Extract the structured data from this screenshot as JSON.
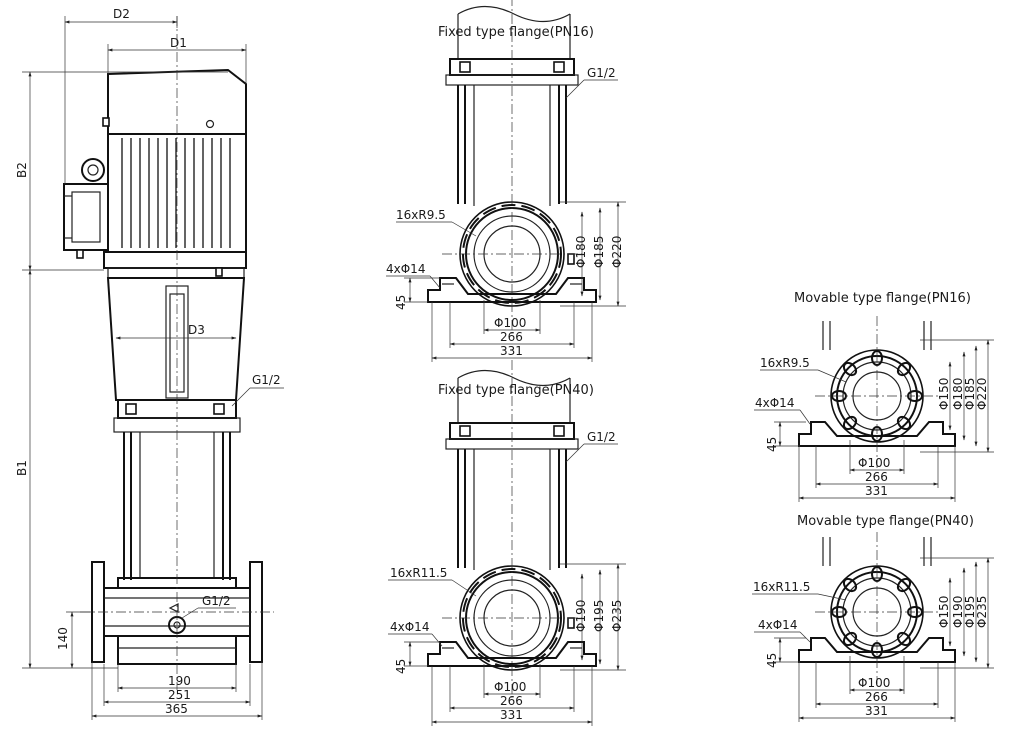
{
  "main_view": {
    "d2": "D2",
    "d1": "D1",
    "b2": "B2",
    "b1": "B1",
    "d3": "D3",
    "g12_top": "G1/2",
    "g12_bottom": "G1/2",
    "dim_140": "140",
    "dim_190": "190",
    "dim_251": "251",
    "dim_365": "365"
  },
  "views": [
    {
      "title": "Fixed type flange(PN16)",
      "g12": "G1/2",
      "bolts": "16xR9.5",
      "holes": "4xΦ14",
      "h45": "45",
      "d_small": "Φ180",
      "d_mid": "Φ185",
      "d_big": "Φ220",
      "bore": "Φ100",
      "w266": "266",
      "w331": "331"
    },
    {
      "title": "Fixed type flange(PN40)",
      "g12": "G1/2",
      "bolts": "16xR11.5",
      "holes": "4xΦ14",
      "h45": "45",
      "d_small": "Φ190",
      "d_mid": "Φ195",
      "d_big": "Φ235",
      "bore": "Φ100",
      "w266": "266",
      "w331": "331"
    },
    {
      "title": "Movable type flange(PN16)",
      "bolts": "16xR9.5",
      "holes": "4xΦ14",
      "h45": "45",
      "d_a": "Φ150",
      "d_b": "Φ180",
      "d_c": "Φ185",
      "d_d": "Φ220",
      "bore": "Φ100",
      "w266": "266",
      "w331": "331"
    },
    {
      "title": "Movable type flange(PN40)",
      "bolts": "16xR11.5",
      "holes": "4xΦ14",
      "h45": "45",
      "d_a": "Φ150",
      "d_b": "Φ190",
      "d_c": "Φ195",
      "d_d": "Φ235",
      "bore": "Φ100",
      "w266": "266",
      "w331": "331"
    }
  ]
}
